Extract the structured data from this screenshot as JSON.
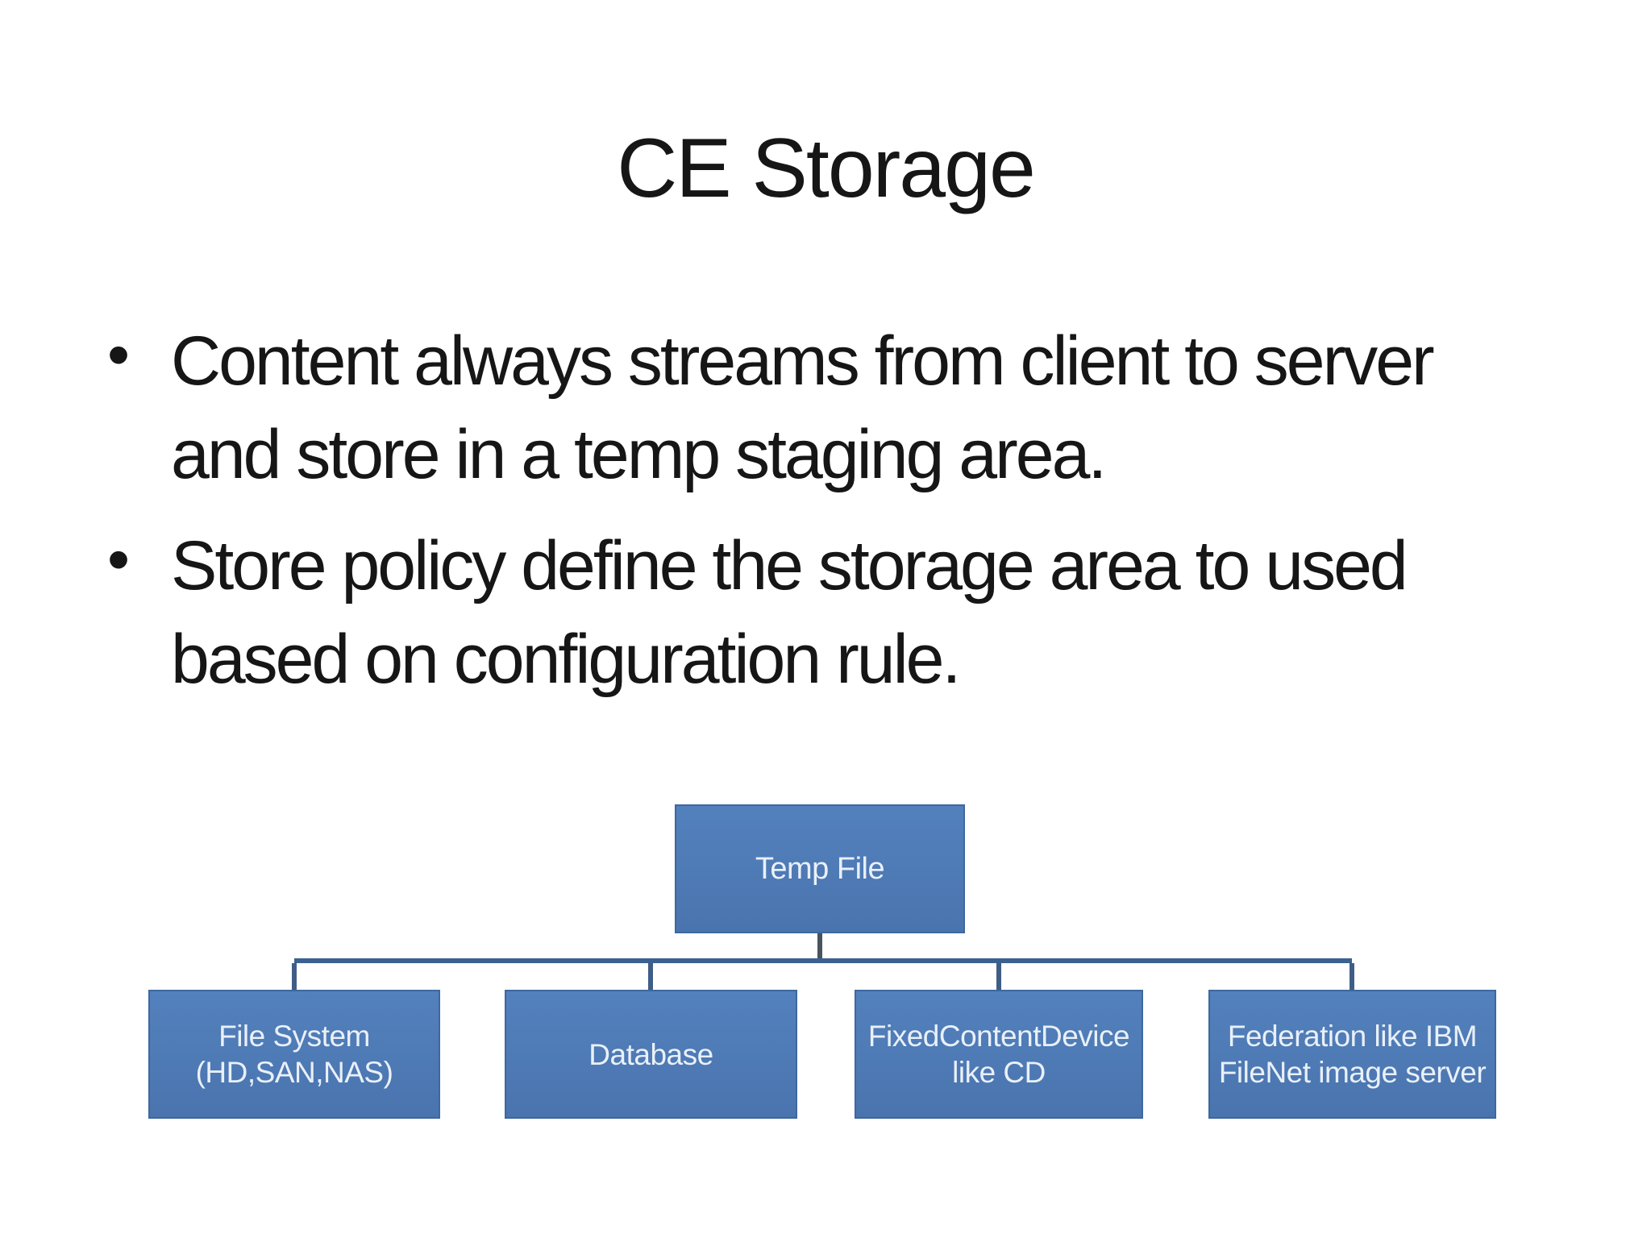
{
  "slide": {
    "title": "CE Storage",
    "bullets": [
      {
        "line1": "Content always streams from client to server",
        "line2": "and store in a temp staging area."
      },
      {
        "line1": "Store policy define the storage area to used",
        "line2": "based on configuration rule."
      }
    ],
    "diagram": {
      "root": {
        "line1": "Temp File"
      },
      "children": [
        {
          "line1": "File System",
          "line2": "(HD,SAN,NAS)"
        },
        {
          "line1": "Database"
        },
        {
          "line1": "FixedContentDevice",
          "line2": "like CD"
        },
        {
          "line1": "Federation like IBM",
          "line2": "FileNet image server"
        }
      ]
    }
  },
  "colors": {
    "background": "#ffffff",
    "text": "#161616",
    "box_fill": "#4e7cb9",
    "box_border": "#3e689f",
    "box_text": "#e9f0f8",
    "connector_line": "#3a618f",
    "connector_root_stub": "#47545f"
  }
}
